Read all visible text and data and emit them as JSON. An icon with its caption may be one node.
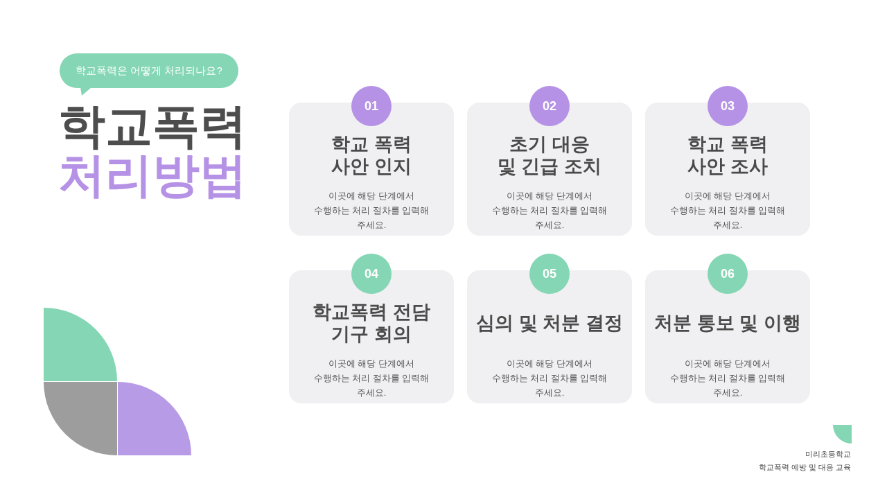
{
  "diagram": {
    "title": "학교폭력 처리방법",
    "nodes": [
      {
        "text": [
          "학교폭력은 어떻게 처리되나요?"
        ]
      },
      {
        "text": [
          "01",
          "학교 폭력 사안 인지",
          "이곳에 해당 단계에서 수행하는 처리 절차를 입력해 주세요."
        ]
      },
      {
        "text": [
          "02",
          "초기 대응 및 긴급 조치",
          "이곳에 해당 단계에서 수행하는 처리 절차를 입력해 주세요."
        ]
      },
      {
        "text": [
          "03",
          "학교 폭력 사안 조사",
          "이곳에 해당 단계에서 수행하는 처리 절차를 입력해 주세요."
        ]
      },
      {
        "text": [
          "04",
          "학교폭력 전담 기구 회의",
          "이곳에 해당 단계에서 수행하는 처리 절차를 입력해 주세요."
        ]
      },
      {
        "text": [
          "05",
          "심의 및 처분 결정",
          "이곳에 해당 단계에서 수행하는 처리 절차를 입력해 주세요."
        ]
      },
      {
        "text": [
          "06",
          "처분 통보 및 이행",
          "이곳에 해당 단계에서 수행하는 처리 절차를 입력해 주세요."
        ]
      }
    ],
    "labels": [
      "미리초등학교",
      "학교폭력 예방 및 대응 교육"
    ]
  }
}
